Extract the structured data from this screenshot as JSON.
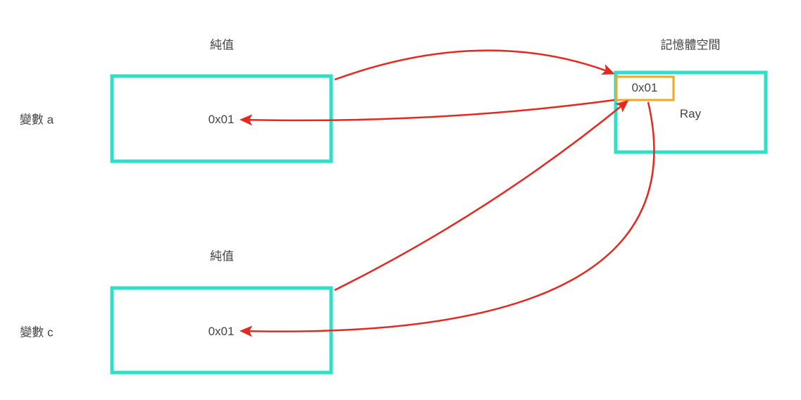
{
  "colors": {
    "box": "#2ee0c8",
    "highlight": "#f5a623",
    "arrow": "#e8281e",
    "text": "#444444"
  },
  "headings": {
    "pure_value_top": "純值",
    "pure_value_bottom": "純值",
    "memory_space": "記憶體空間"
  },
  "variables": {
    "a": "變數 a",
    "c": "變數 c"
  },
  "values": {
    "a_value": "0x01",
    "c_value": "0x01",
    "memory_address": "0x01",
    "memory_content": "Ray"
  }
}
